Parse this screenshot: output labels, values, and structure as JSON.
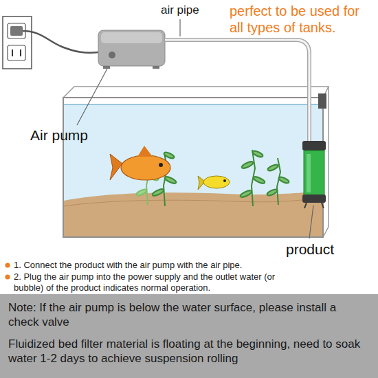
{
  "diagram": {
    "nodes": [
      {
        "text": [
          "Note: If the air pump is below the water surface, please install a check valve",
          "Fluidized bed filter material is floating at the beginning, need to soak water 1-2 days to achieve suspension rolling"
        ]
      }
    ],
    "labels": [
      "air pipe",
      "perfect to be used for all types of tanks.",
      "Air pump",
      "product",
      "1. Connect the product with the air pump with the air pipe.",
      "2. Plug the air pump into the power supply and the outlet water (or bubble) of the product indicates normal operation."
    ]
  }
}
